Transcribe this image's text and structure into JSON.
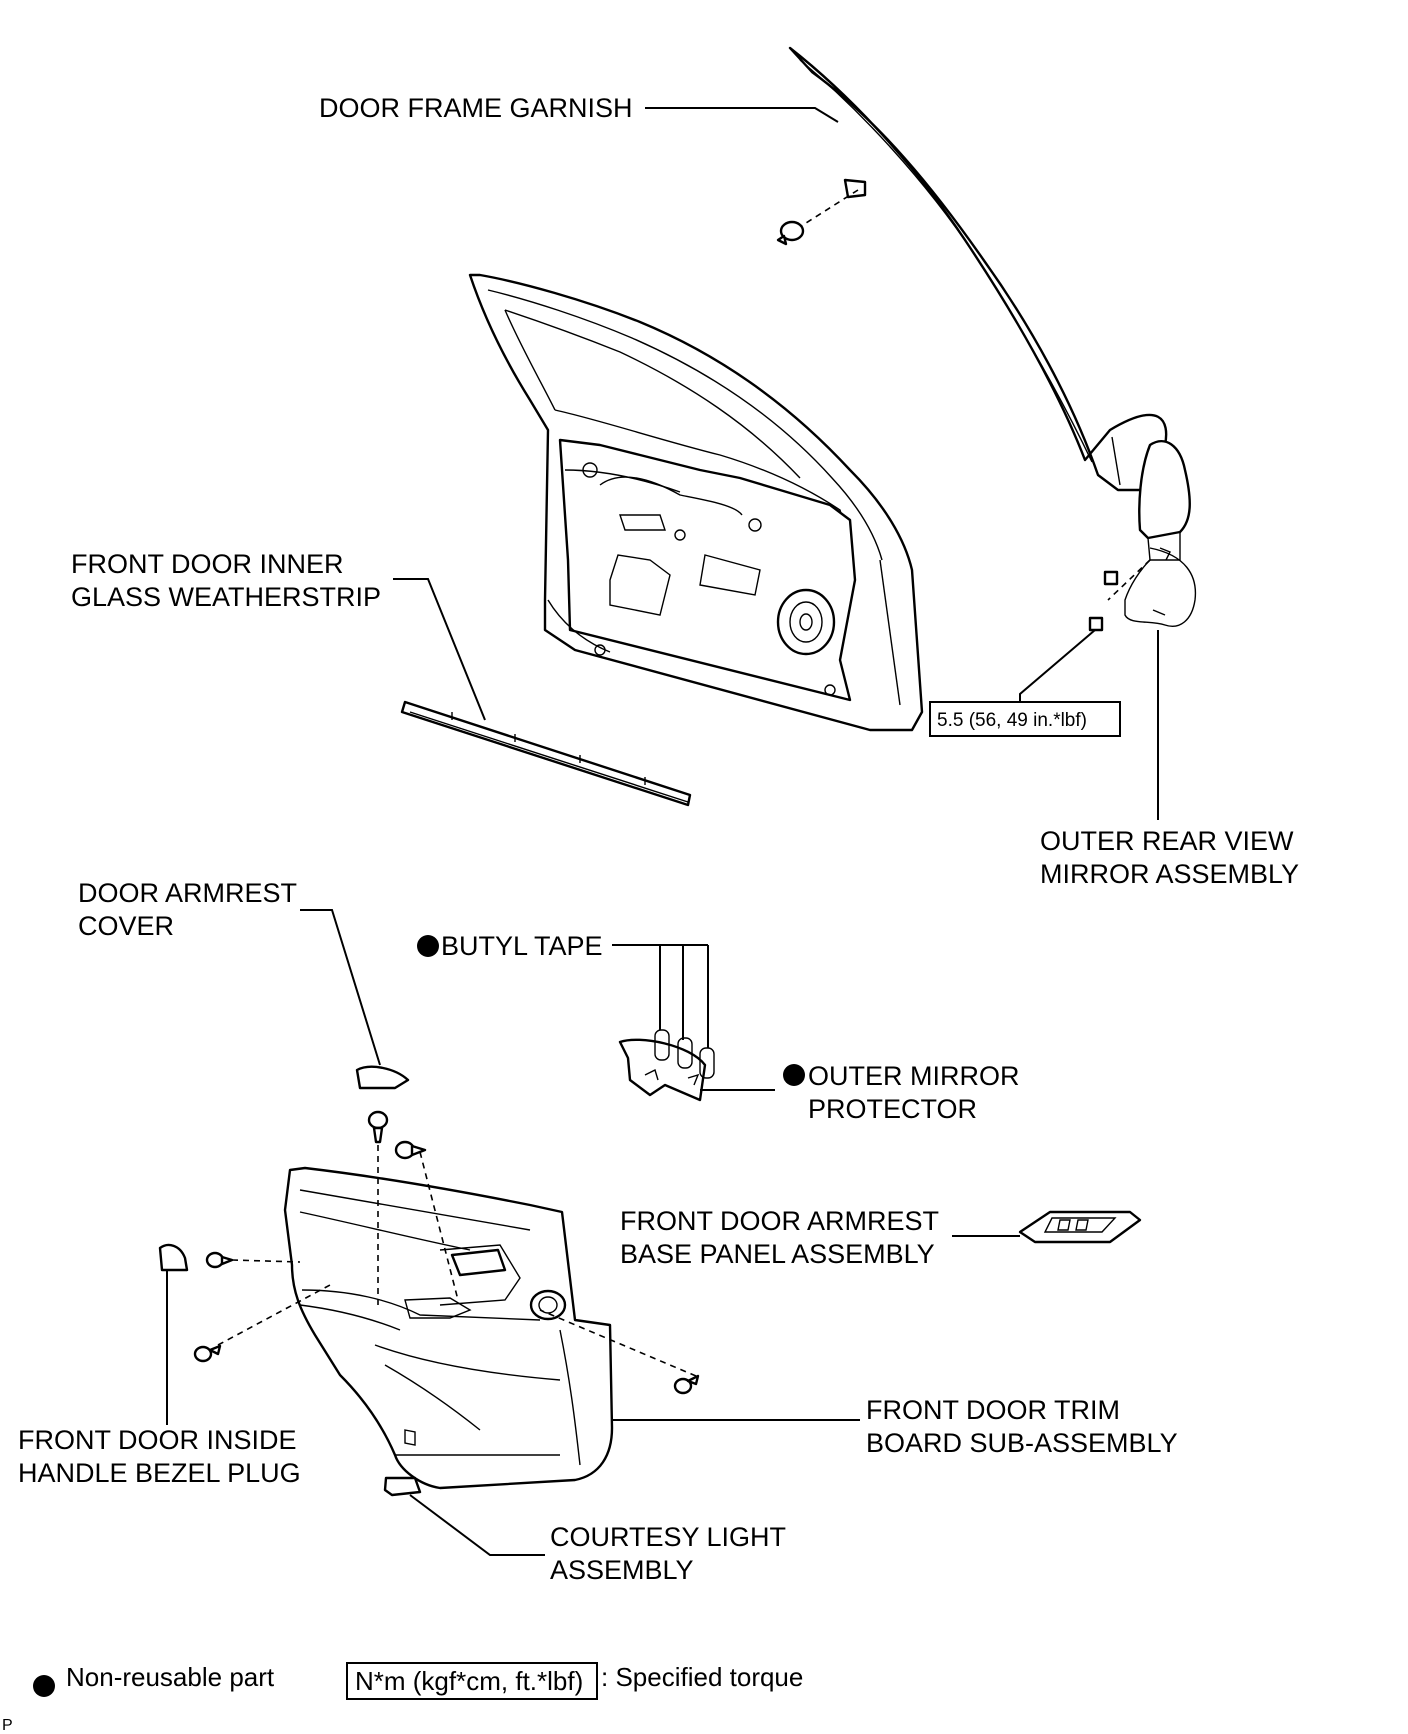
{
  "labels": {
    "door_frame_garnish": "DOOR FRAME GARNISH",
    "front_door_inner_glass_weatherstrip": [
      "FRONT DOOR INNER",
      "GLASS WEATHERSTRIP"
    ],
    "outer_rear_view_mirror_assembly": [
      "OUTER REAR VIEW",
      "MIRROR ASSEMBLY"
    ],
    "door_armrest_cover": [
      "DOOR ARMREST",
      "COVER"
    ],
    "butyl_tape": "BUTYL TAPE",
    "outer_mirror_protector": [
      "OUTER MIRROR",
      "PROTECTOR"
    ],
    "front_door_armrest_base_panel_assembly": [
      "FRONT DOOR ARMREST",
      "BASE PANEL ASSEMBLY"
    ],
    "front_door_trim_board_sub_assembly": [
      "FRONT DOOR TRIM",
      "BOARD SUB-ASSEMBLY"
    ],
    "front_door_inside_handle_bezel_plug": [
      "FRONT DOOR INSIDE",
      "HANDLE BEZEL PLUG"
    ],
    "courtesy_light_assembly": [
      "COURTESY LIGHT",
      "ASSEMBLY"
    ]
  },
  "torque": "5.5 (56, 49 in.*lbf)",
  "legend": {
    "non_reusable": "Non-reusable part",
    "torque_box": "N*m (kgf*cm, ft.*lbf)",
    "torque_desc": ": Specified torque"
  },
  "figure_code": "P"
}
